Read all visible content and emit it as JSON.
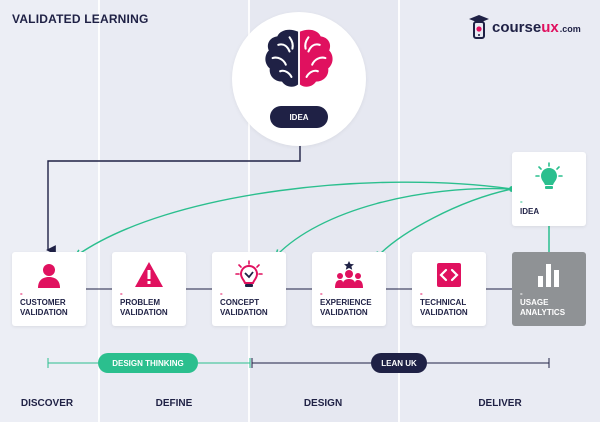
{
  "title": "VALIDATED LEARNING",
  "brand": {
    "name_main": "course",
    "name_accent": "ux",
    "domain": ".com"
  },
  "idea_top": {
    "label": "IDEA"
  },
  "idea_right": {
    "dash": "-",
    "label": "IDEA"
  },
  "cards": [
    {
      "dash": "-",
      "label": "CUSTOMER\nVALIDATION",
      "icon": "user-icon"
    },
    {
      "dash": "-",
      "label": "PROBLEM\nVALIDATION",
      "icon": "warning-icon"
    },
    {
      "dash": "-",
      "label": "CONCEPT\nVALIDATION",
      "icon": "lightbulb-icon"
    },
    {
      "dash": "-",
      "label": "EXPERIENCE\nVALIDATION",
      "icon": "group-icon"
    },
    {
      "dash": "-",
      "label": "TECHNICAL\nVALIDATION",
      "icon": "code-icon"
    },
    {
      "dash": "-",
      "label": "USAGE\nANALYTICS",
      "icon": "bar-chart-icon"
    }
  ],
  "tracks": {
    "design_thinking": "DESIGN THINKING",
    "lean_ux": "LEAN UK"
  },
  "phases": [
    "DISCOVER",
    "DEFINE",
    "DESIGN",
    "DELIVER"
  ],
  "colors": {
    "navy": "#1f2145",
    "magenta": "#e0115f",
    "green": "#2bbf8e",
    "gray": "#8f9295"
  }
}
